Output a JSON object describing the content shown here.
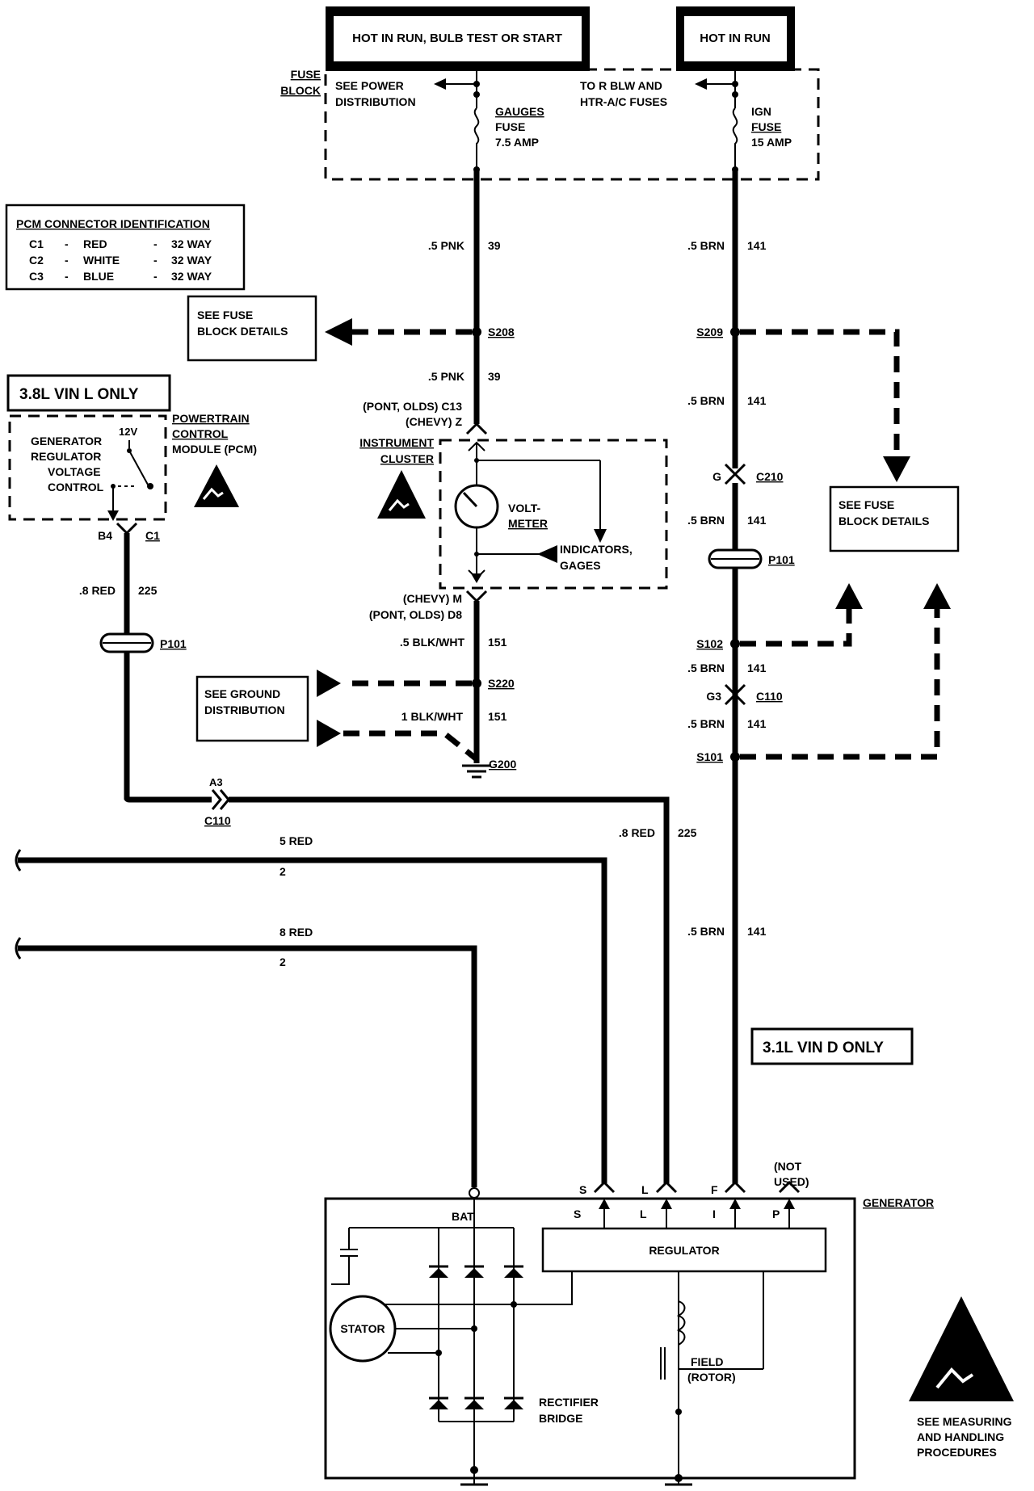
{
  "header": {
    "left_source": "HOT IN RUN, BULB TEST OR START",
    "right_source": "HOT IN RUN"
  },
  "fuse_block": {
    "label_line1": "FUSE",
    "label_line2": "BLOCK",
    "see_power_1": "SEE POWER",
    "see_power_2": "DISTRIBUTION",
    "to_fuses_1": "TO R BLW AND",
    "to_fuses_2": "HTR-A/C FUSES",
    "gauges_fuse_1": "GAUGES",
    "gauges_fuse_2": "FUSE",
    "gauges_fuse_3": "7.5 AMP",
    "ign_fuse_1": "IGN",
    "ign_fuse_2": "FUSE",
    "ign_fuse_3": "15 AMP"
  },
  "pcm_id": {
    "title": "PCM CONNECTOR IDENTIFICATION",
    "rows": [
      {
        "conn": "C1",
        "color": "RED",
        "ways": "32 WAY"
      },
      {
        "conn": "C2",
        "color": "WHITE",
        "ways": "32 WAY"
      },
      {
        "conn": "C3",
        "color": "BLUE",
        "ways": "32 WAY"
      }
    ]
  },
  "vin_l": "3.8L  VIN L ONLY",
  "vin_d": "3.1L  VIN D ONLY",
  "pcm": {
    "ctrl_1": "GENERATOR",
    "ctrl_2": "REGULATOR",
    "ctrl_3": "VOLTAGE",
    "ctrl_4": "CONTROL",
    "v12": "12V",
    "name_1": "POWERTRAIN",
    "name_2": "CONTROL",
    "name_3": "MODULE (PCM)",
    "pin_b4": "B4",
    "pin_c1": "C1"
  },
  "left_circuit": {
    "wire_top": ".5 PNK",
    "circuit_top": "39",
    "splice_s208": "S208",
    "wire_mid": ".5 PNK",
    "circuit_mid": "39",
    "see_fuse_1": "SEE FUSE",
    "see_fuse_2": "BLOCK DETAILS",
    "conn_c13": "(PONT, OLDS)  C13",
    "conn_z": "(CHEVY)  Z",
    "cluster_1": "INSTRUMENT",
    "cluster_2": "CLUSTER",
    "voltmeter_1": "VOLT-",
    "voltmeter_2": "METER",
    "indicators_1": "INDICATORS,",
    "indicators_2": "GAGES",
    "conn_m": "(CHEVY)  M",
    "conn_d8": "(PONT, OLDS)  D8",
    "wire_gnd": ".5 BLK/WHT",
    "circuit_gnd": "151",
    "splice_s220": "S220",
    "see_ground_1": "SEE GROUND",
    "see_ground_2": "DISTRIBUTION",
    "wire_gnd2": "1 BLK/WHT",
    "circuit_gnd2": "151",
    "ground_g200": "G200"
  },
  "pcm_circuit": {
    "wire": ".8 RED",
    "circuit": "225",
    "conn_p101": "P101",
    "conn_a3": "A3",
    "conn_c110": "C110",
    "wire_right": ".8 RED",
    "circuit_right": "225"
  },
  "right_circuit": {
    "wire_top": ".5 BRN",
    "circuit_top": "141",
    "splice_s209": "S209",
    "wire_2": ".5 BRN",
    "circuit_2": "141",
    "conn_g": "G",
    "conn_c210": "C210",
    "wire_3": ".5 BRN",
    "circuit_3": "141",
    "conn_p101": "P101",
    "splice_s102": "S102",
    "wire_4": ".5 BRN",
    "circuit_4": "141",
    "conn_g3": "G3",
    "conn_c110": "C110",
    "wire_5": ".5 BRN",
    "circuit_5": "141",
    "splice_s101": "S101",
    "wire_6": ".5 BRN",
    "circuit_6": "141",
    "see_fuse_1": "SEE FUSE",
    "see_fuse_2": "BLOCK DETAILS"
  },
  "battery_wires": {
    "w1_gauge": "5 RED",
    "w1_circuit": "2",
    "w2_gauge": "8 RED",
    "w2_circuit": "2"
  },
  "generator": {
    "name": "GENERATOR",
    "bat": "BAT",
    "regulator": "REGULATOR",
    "stator": "STATOR",
    "rectifier_1": "RECTIFIER",
    "rectifier_2": "BRIDGE",
    "field_1": "FIELD",
    "field_2": "(ROTOR)",
    "not_used_1": "(NOT",
    "not_used_2": "USED)",
    "term_s_out": "S",
    "term_l_out": "L",
    "term_f_out": "F",
    "term_s_in": "S",
    "term_l_in": "L",
    "term_i_in": "I",
    "term_p_in": "P"
  },
  "esd_note": {
    "line1": "SEE MEASURING",
    "line2": "AND HANDLING",
    "line3": "PROCEDURES"
  },
  "icons": [
    "esd-warning-icon",
    "voltmeter-icon",
    "fuse-icon",
    "diode-icon",
    "ground-icon",
    "arrow-icon"
  ]
}
